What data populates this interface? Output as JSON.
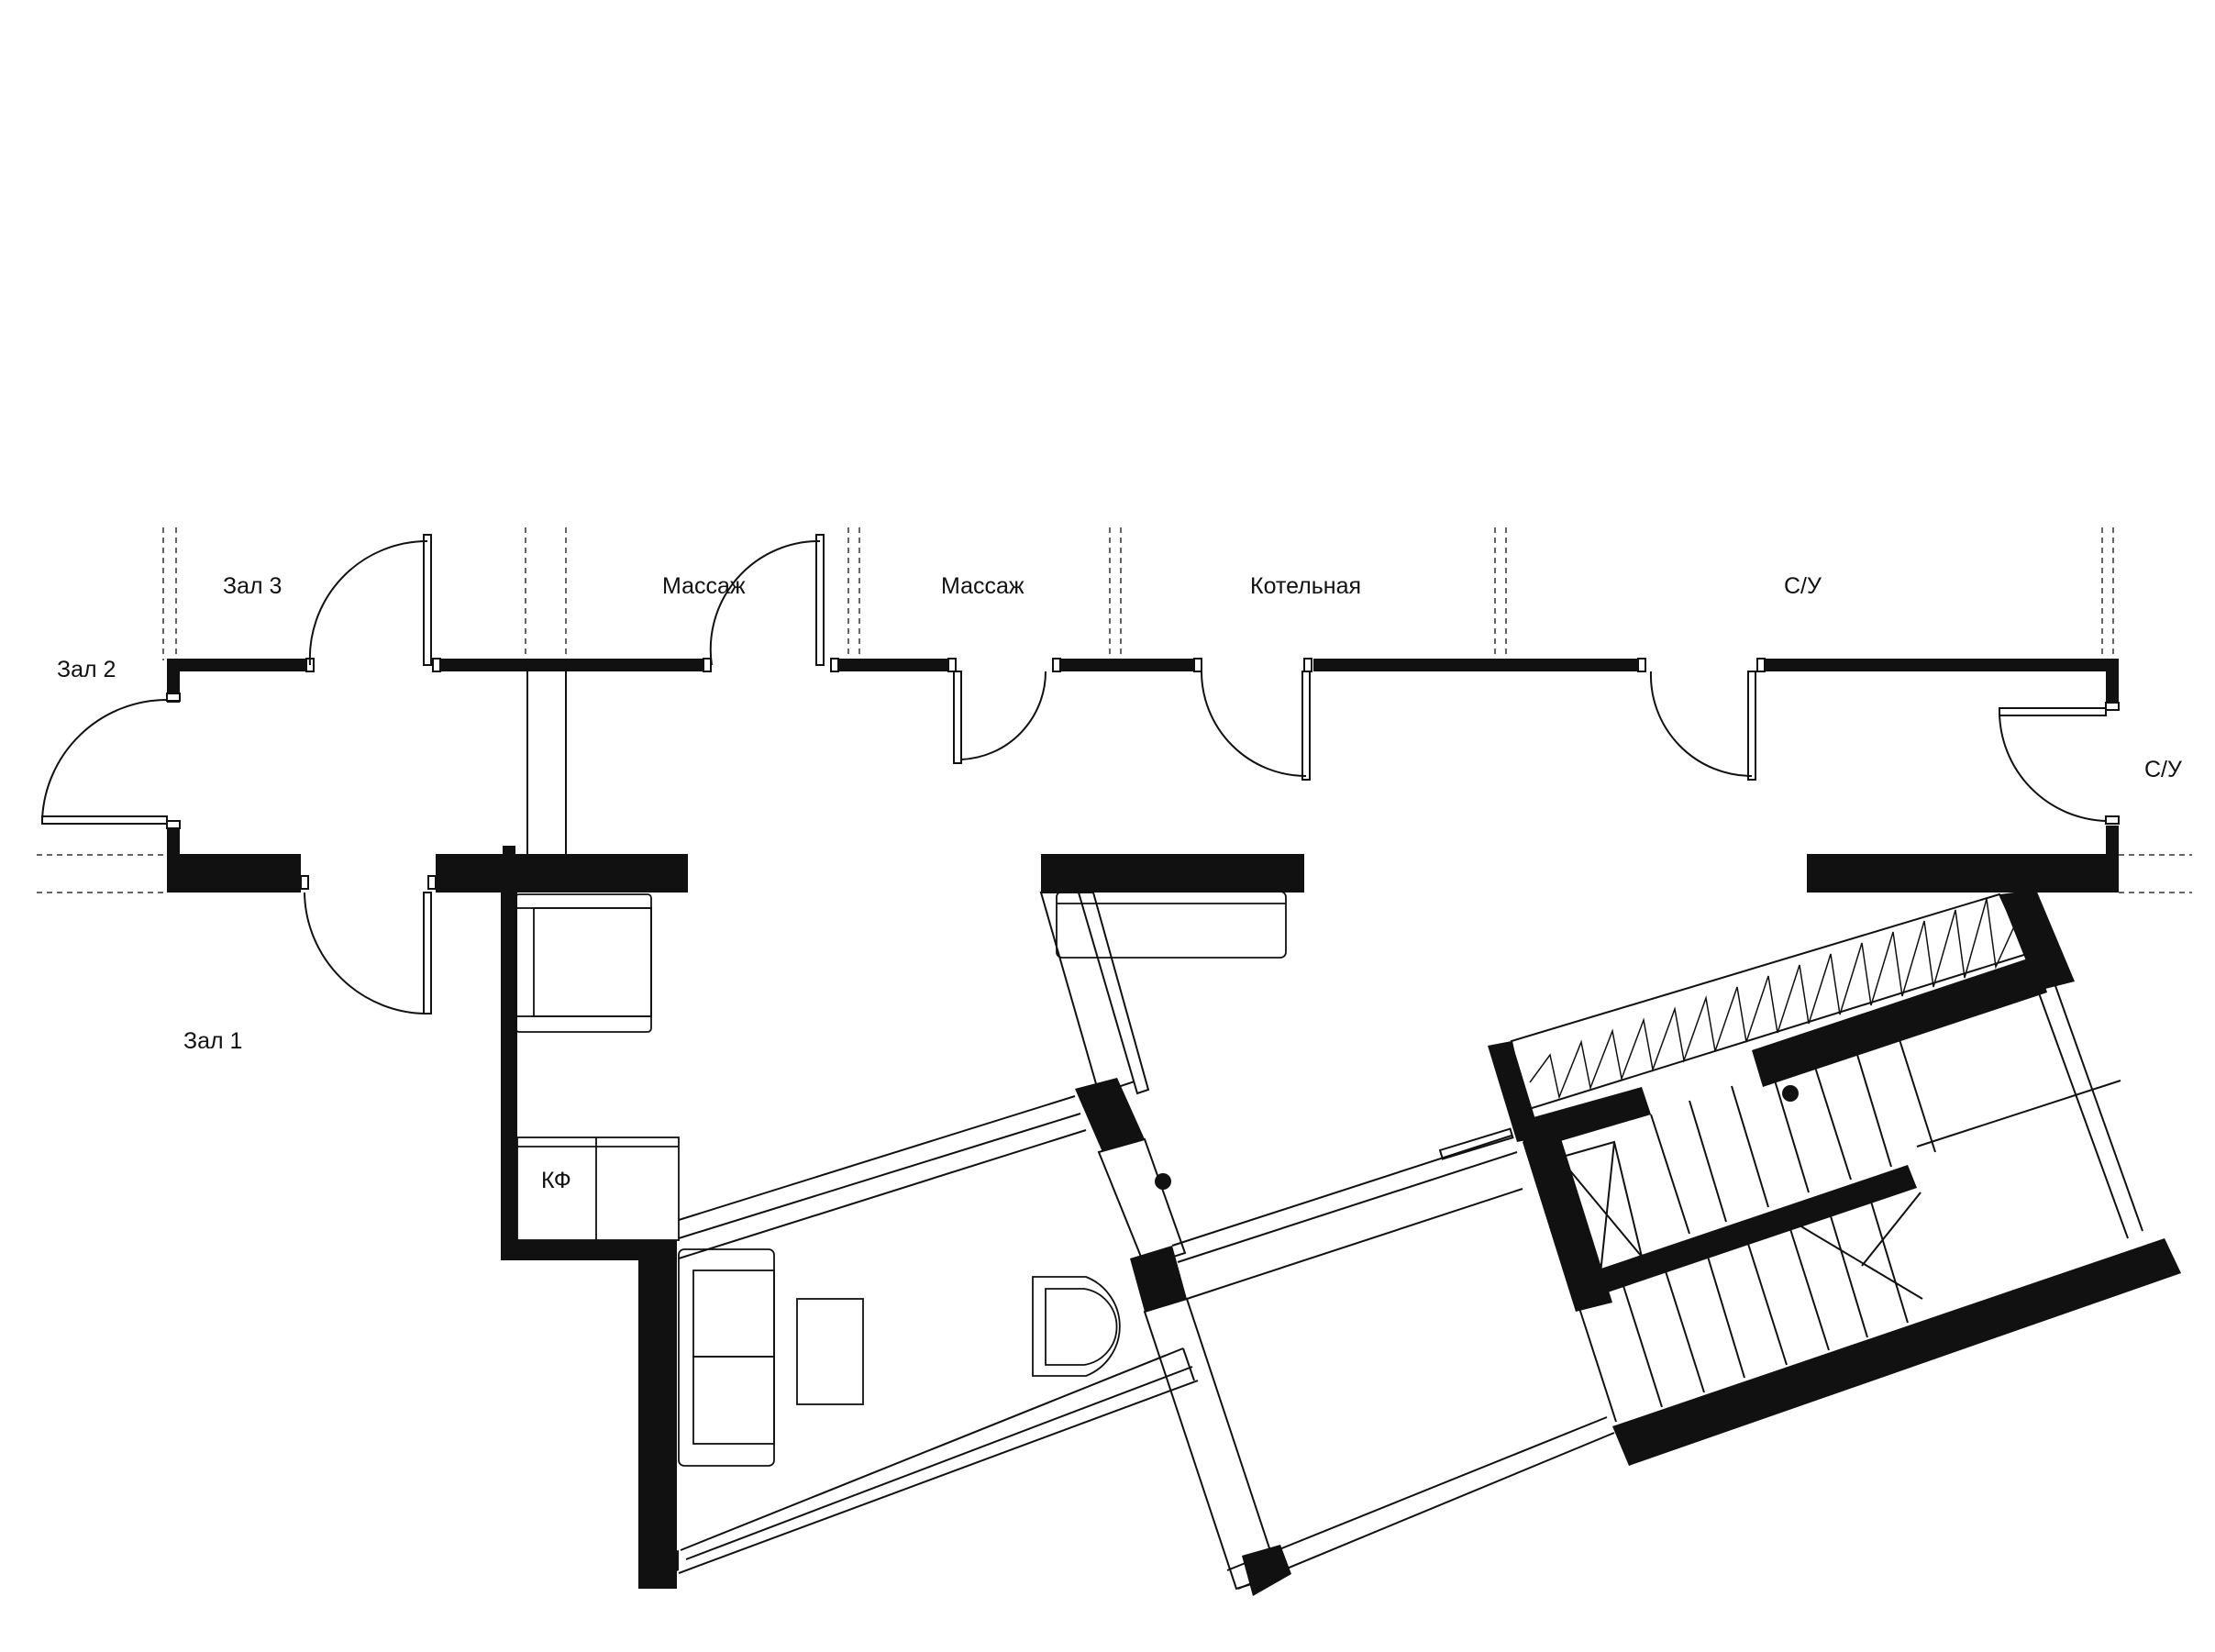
{
  "rooms": {
    "zal3": "Зал 3",
    "zal2": "Зал 2",
    "zal1": "Зал 1",
    "massazh_1": "Массаж",
    "massazh_2": "Массаж",
    "kotelnaya": "Котельная",
    "su_top": "С/У",
    "su_right": "С/У",
    "kf": "КФ"
  },
  "colors": {
    "wall": "#111111",
    "line": "#111111",
    "background": "#ffffff"
  }
}
